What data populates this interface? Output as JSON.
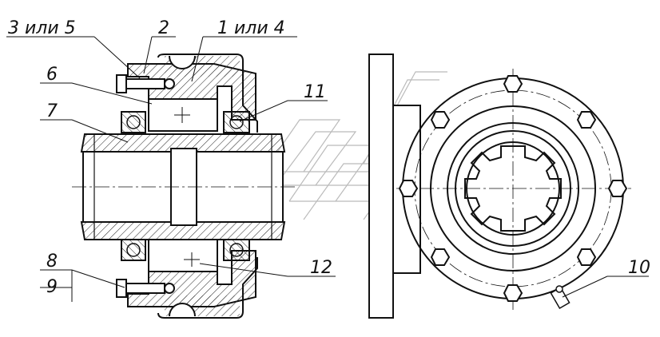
{
  "callouts": {
    "c3or5": "3 или 5",
    "c2": "2",
    "c1or4": "1 или 4",
    "c6": "6",
    "c7": "7",
    "c11": "11",
    "c8": "8",
    "c9": "9",
    "c12": "12",
    "c10": "10"
  },
  "colors": {
    "line": "#111111",
    "hatch": "#222222",
    "watermark": "#bbbbbb",
    "background": "#ffffff"
  }
}
